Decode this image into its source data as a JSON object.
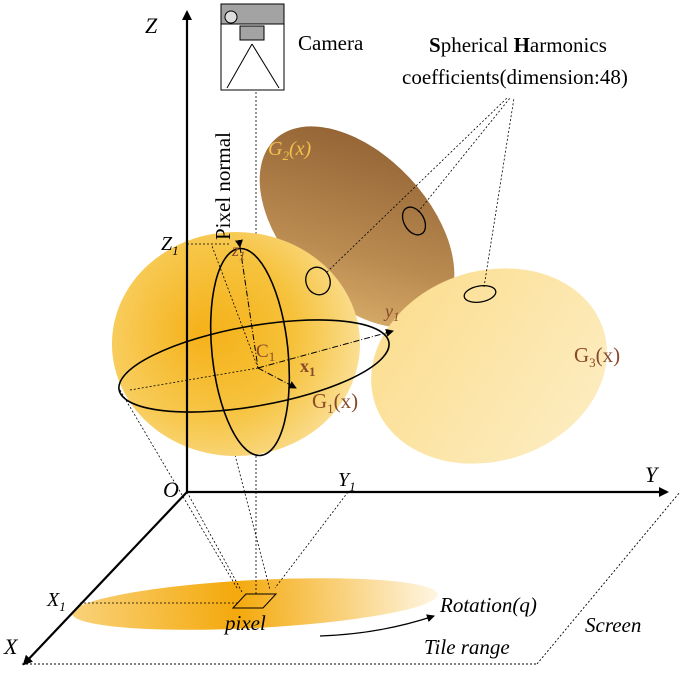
{
  "labels": {
    "z_axis": "Z",
    "y_axis": "Y",
    "x_axis": "X",
    "origin": "O",
    "z1": "Z",
    "z1_sub": "1",
    "y1_axis": "Y",
    "y1_axis_sub": "1",
    "x1_axis": "X",
    "x1_axis_sub": "1",
    "camera": "Camera",
    "pixel_normal": "Pixel normal",
    "sh_line1_s": "S",
    "sh_line1_a": "pherical ",
    "sh_line1_h": "H",
    "sh_line1_b": "armonics",
    "sh_line2": "coefficients(dimension:48)",
    "g2_a": "G",
    "g2_sub": "2",
    "g2_b": "(x)",
    "g1_a": "G",
    "g1_sub": "1",
    "g1_b": "(x)",
    "g3_a": "G",
    "g3_sub": "3",
    "g3_b": "(x)",
    "local_z": "z",
    "local_z_sub": "1",
    "local_y": "y",
    "local_y_sub": "1",
    "local_x": "x",
    "local_x_sub": "1",
    "center": "C",
    "center_sub": "1",
    "pixel": "pixel",
    "rotation": "Rotation(q)",
    "tile_range": "Tile range",
    "screen": "Screen"
  },
  "colors": {
    "gaussian_gold": "#f2b419",
    "gaussian_light": "#fbe0a0",
    "gaussian_brown": "#9a6a3c",
    "label_brown": "#8a4a2a"
  }
}
